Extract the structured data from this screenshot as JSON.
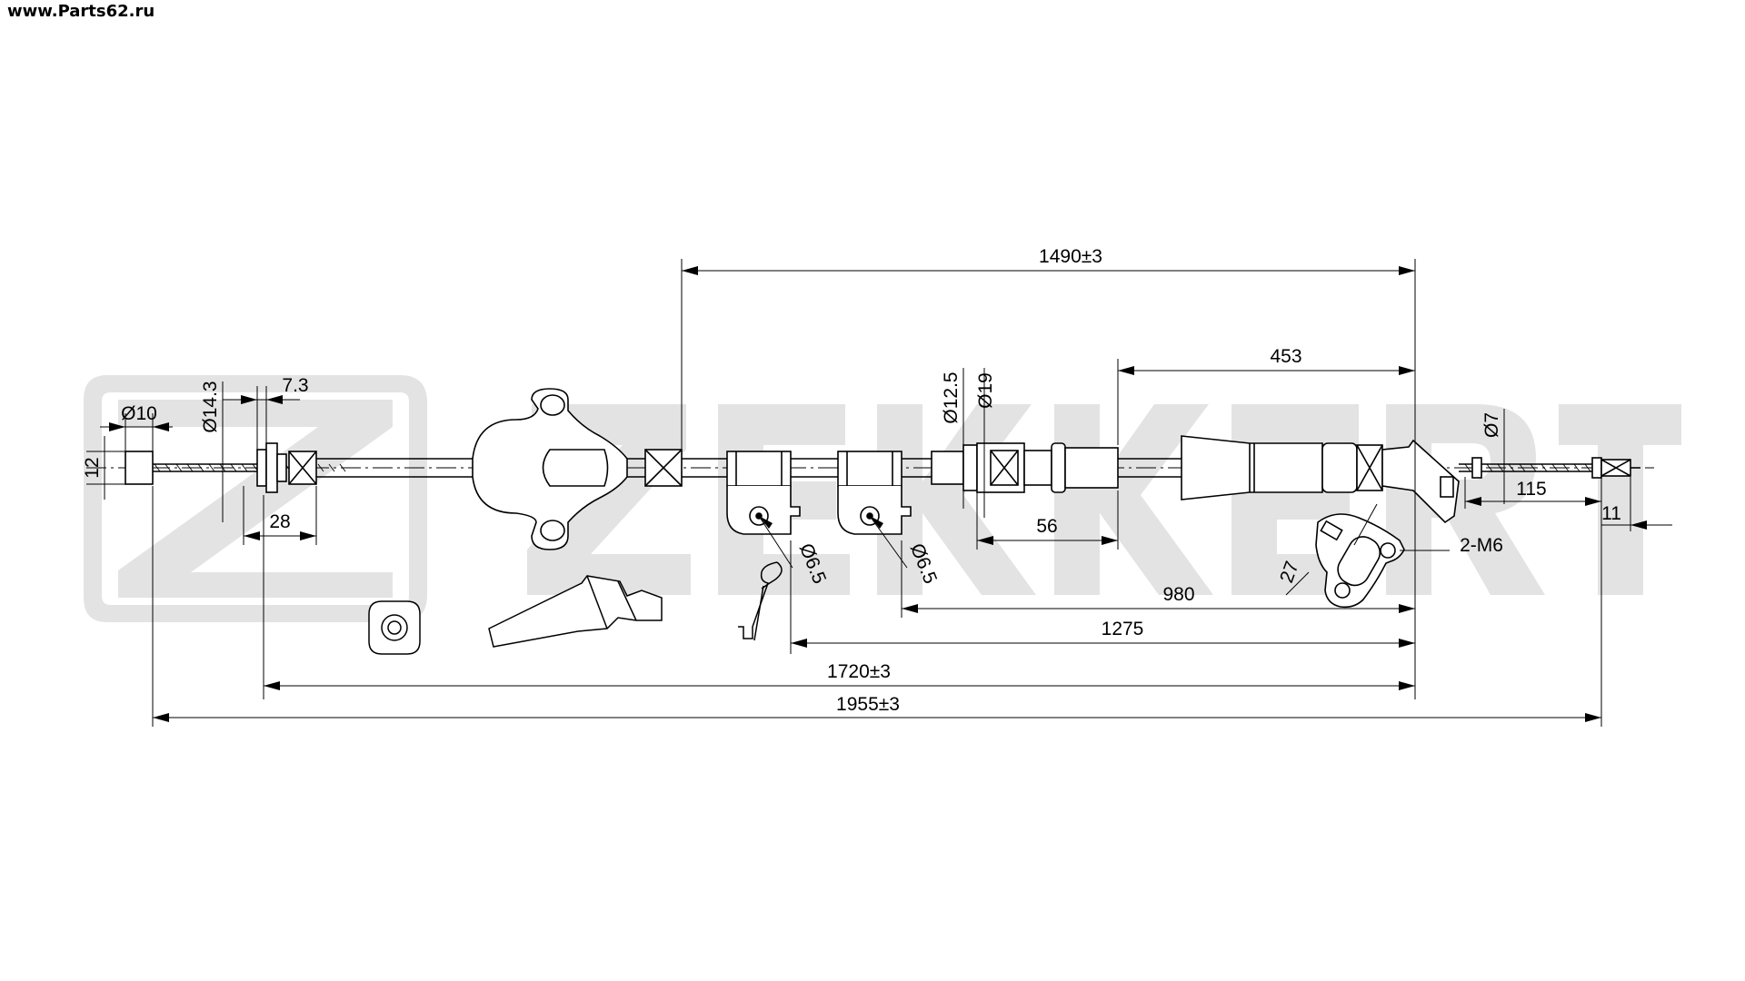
{
  "site": {
    "url": "www.Parts62.ru"
  },
  "watermark": {
    "brand": "ZEKKERT",
    "color": "#e3e3e3"
  },
  "colors": {
    "line": "#000000",
    "background": "#ffffff"
  },
  "dimensions": {
    "overall_length": "1955±3",
    "length_1720": "1720±3",
    "length_1490": "1490±3",
    "length_1275": "1275",
    "length_980": "980",
    "length_453": "453",
    "length_115": "115",
    "length_56": "56",
    "length_28": "28",
    "length_11": "11",
    "width_7_3": "7.3",
    "height_12": "12",
    "diameter_10": "Ø10",
    "diameter_14_3": "Ø14.3",
    "diameter_12_5": "Ø12.5",
    "diameter_19": "Ø19",
    "diameter_7": "Ø7",
    "hole_6_5_a": "Ø6.5",
    "hole_6_5_b": "Ø6.5",
    "bolt_spec": "2-M6",
    "spacing_27": "27"
  }
}
